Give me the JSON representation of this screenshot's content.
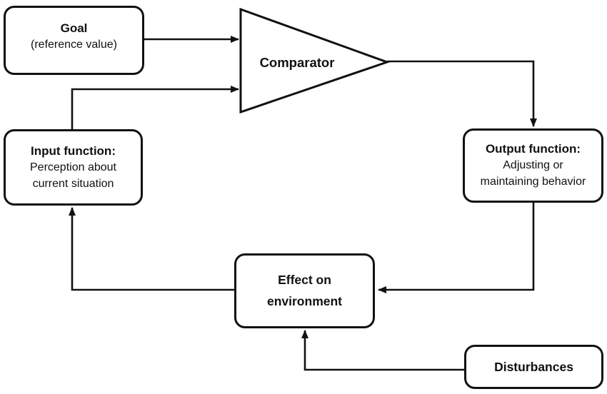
{
  "diagram": {
    "background_color": "#ffffff",
    "ink_color": "#111111",
    "nodes": {
      "goal": {
        "title": "Goal",
        "subtitle": "(reference value)"
      },
      "comparator": {
        "label": "Comparator"
      },
      "input_function": {
        "title": "Input function:",
        "line1": "Perception about",
        "line2": "current situation"
      },
      "output_function": {
        "title": "Output function:",
        "line1": "Adjusting or",
        "line2": "maintaining behavior"
      },
      "effect": {
        "line1": "Effect on",
        "line2": "environment"
      },
      "disturbances": {
        "title": "Disturbances"
      }
    }
  }
}
